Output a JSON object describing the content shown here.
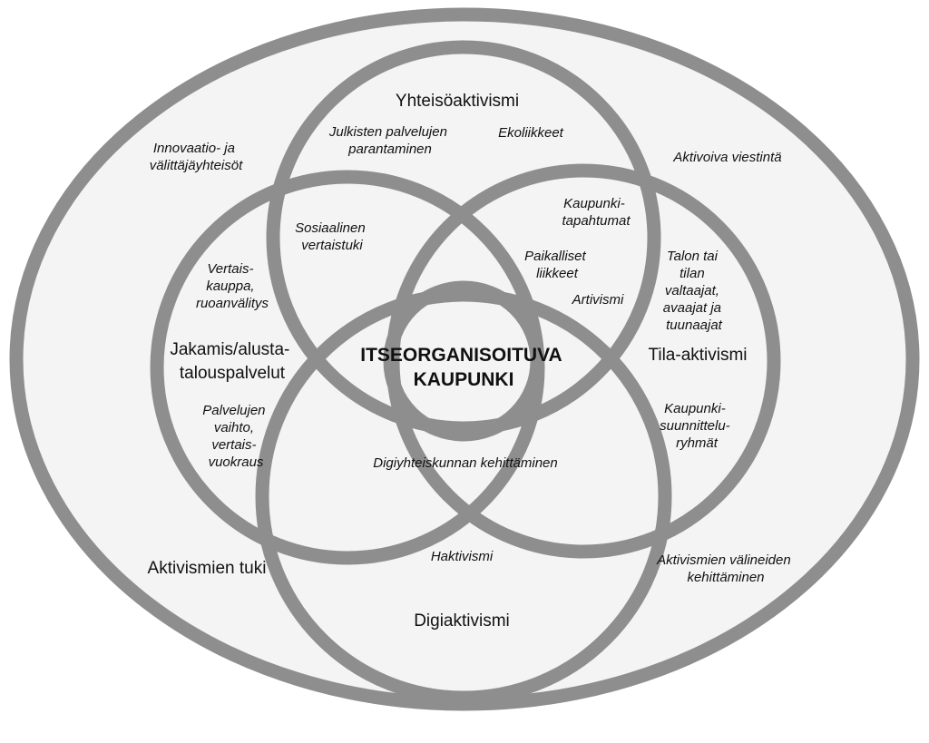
{
  "core": [
    "ITSEORGANISOITUVA",
    "KAUPUNKI"
  ],
  "categories": {
    "yhteiso": [
      "Yhteisöaktivismi"
    ],
    "jakamis": [
      "Jakamis/alusta-",
      "talouspalvelut"
    ],
    "tila": [
      "Tila-aktivismi"
    ],
    "digi": [
      "Digiaktivismi"
    ],
    "tuki": [
      "Aktivismien tuki"
    ]
  },
  "items": {
    "julkisten": [
      "Julkisten palvelujen",
      "parantaminen"
    ],
    "ekoliikkeet": [
      "Ekoliikkeet"
    ],
    "innovaatio": [
      "Innovaatio- ja",
      "välittäjäyhteisöt"
    ],
    "aktivoiva": [
      "Aktivoiva viestintä"
    ],
    "sosiaalinen": [
      "Sosiaalinen",
      "vertaistuki"
    ],
    "kaupunkitapahtumat": [
      "Kaupunki-",
      "tapahtumat"
    ],
    "paikalliset": [
      "Paikalliset",
      "liikkeet"
    ],
    "artivismi": [
      "Artivismi"
    ],
    "vertaiskauppa": [
      "Vertais-",
      "kauppa,",
      "ruoanvälitys"
    ],
    "talon": [
      "Talon tai",
      "tilan",
      "valtaajat,",
      "avaajat ja",
      "tuunaajat"
    ],
    "palvelujen": [
      "Palvelujen",
      "vaihto,",
      "vertais-",
      "vuokraus"
    ],
    "suunnittelu": [
      "Kaupunki-",
      "suunnittelu-",
      "ryhmät"
    ],
    "digiyhteiskunnan": [
      "Digiyhteiskunnan kehittäminen"
    ],
    "haktivismi": [
      "Haktivismi"
    ],
    "valineet": [
      "Aktivismien välineiden",
      "kehittäminen"
    ]
  },
  "colors": {
    "ring": "#8e8e8e",
    "fill": "#f4f4f4",
    "text": "#111111"
  }
}
